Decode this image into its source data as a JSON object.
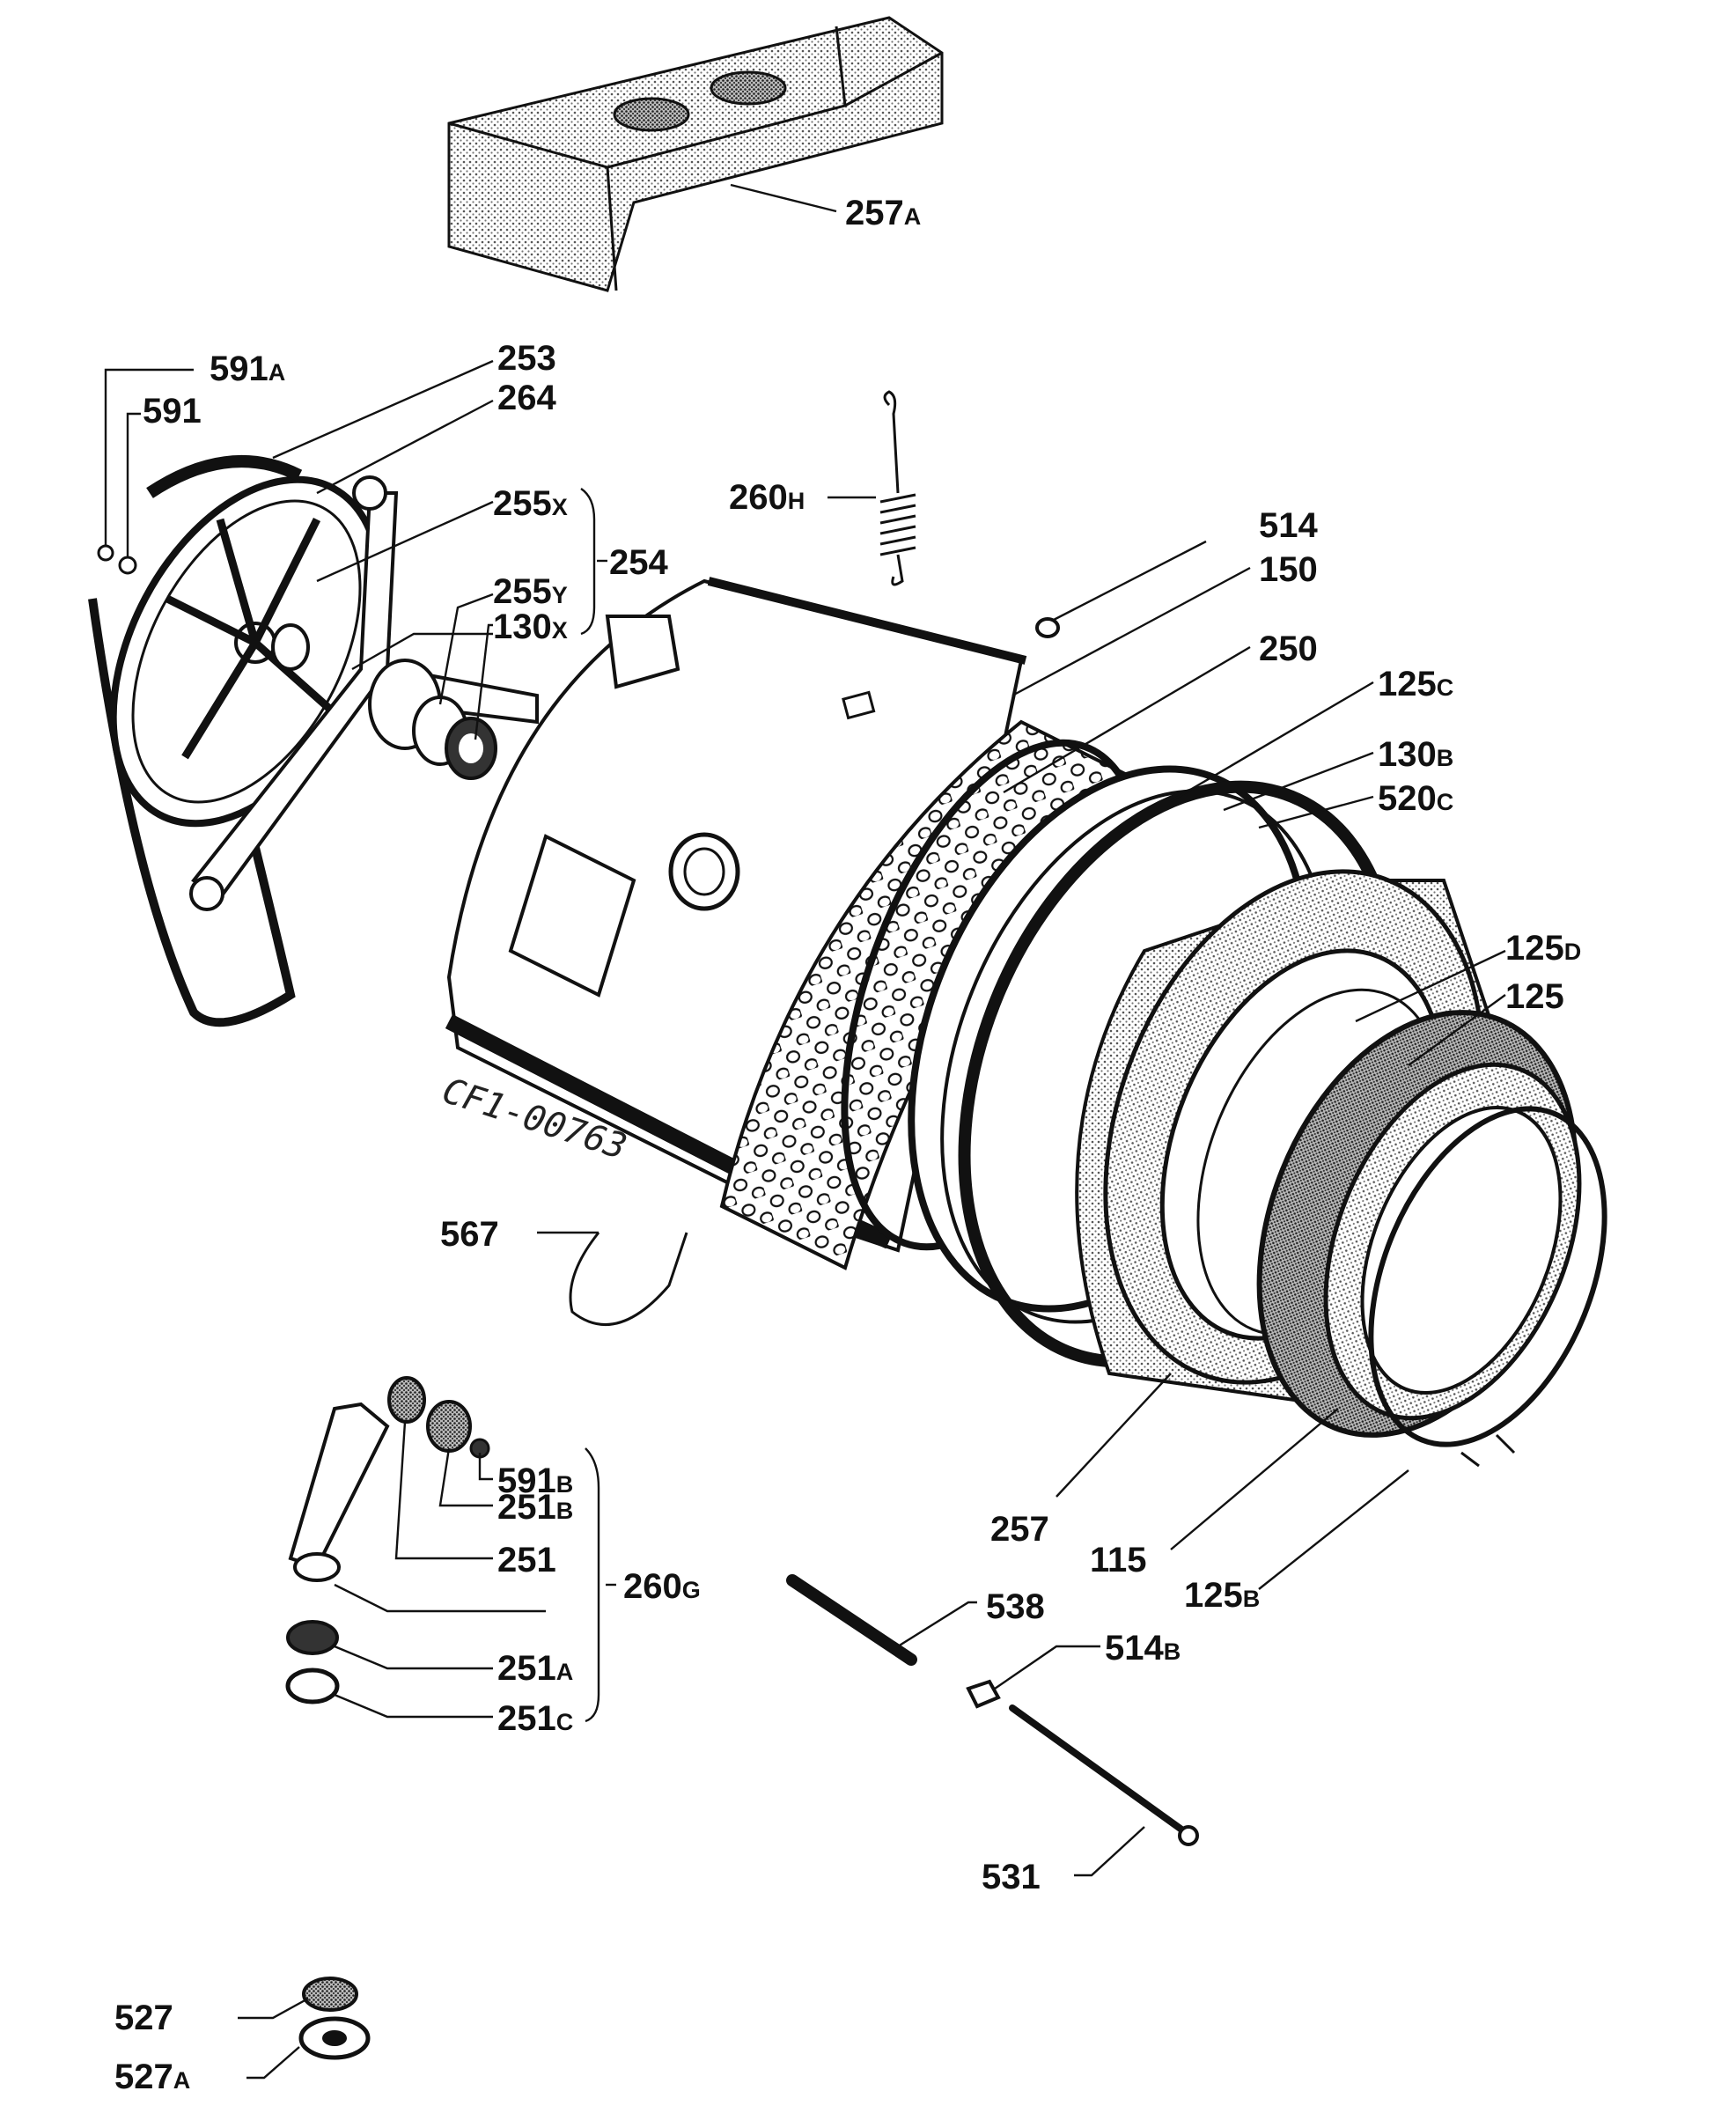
{
  "drawing_id": "CF1-00763",
  "parts": [
    {
      "id": "257a",
      "num": "257",
      "suffix": "A"
    },
    {
      "id": "591a",
      "num": "591",
      "suffix": "A"
    },
    {
      "id": "591",
      "num": "591",
      "suffix": ""
    },
    {
      "id": "253",
      "num": "253",
      "suffix": ""
    },
    {
      "id": "264",
      "num": "264",
      "suffix": ""
    },
    {
      "id": "255x",
      "num": "255",
      "suffix": "X"
    },
    {
      "id": "254",
      "num": "254",
      "suffix": ""
    },
    {
      "id": "255y",
      "num": "255",
      "suffix": "Y"
    },
    {
      "id": "130x",
      "num": "130",
      "suffix": "X"
    },
    {
      "id": "260h",
      "num": "260",
      "suffix": "H"
    },
    {
      "id": "514",
      "num": "514",
      "suffix": ""
    },
    {
      "id": "150",
      "num": "150",
      "suffix": ""
    },
    {
      "id": "250",
      "num": "250",
      "suffix": ""
    },
    {
      "id": "125c",
      "num": "125",
      "suffix": "C"
    },
    {
      "id": "130b",
      "num": "130",
      "suffix": "B"
    },
    {
      "id": "520c",
      "num": "520",
      "suffix": "C"
    },
    {
      "id": "125d",
      "num": "125",
      "suffix": "D"
    },
    {
      "id": "125",
      "num": "125",
      "suffix": ""
    },
    {
      "id": "567",
      "num": "567",
      "suffix": ""
    },
    {
      "id": "591b",
      "num": "591",
      "suffix": "B"
    },
    {
      "id": "251b",
      "num": "251",
      "suffix": "B"
    },
    {
      "id": "251",
      "num": "251",
      "suffix": ""
    },
    {
      "id": "260g",
      "num": "260",
      "suffix": "G"
    },
    {
      "id": "251a",
      "num": "251",
      "suffix": "A"
    },
    {
      "id": "251c",
      "num": "251",
      "suffix": "C"
    },
    {
      "id": "257",
      "num": "257",
      "suffix": ""
    },
    {
      "id": "115",
      "num": "115",
      "suffix": ""
    },
    {
      "id": "125b",
      "num": "125",
      "suffix": "B"
    },
    {
      "id": "538",
      "num": "538",
      "suffix": ""
    },
    {
      "id": "514b",
      "num": "514",
      "suffix": "B"
    },
    {
      "id": "531",
      "num": "531",
      "suffix": ""
    },
    {
      "id": "527",
      "num": "527",
      "suffix": ""
    },
    {
      "id": "527a",
      "num": "527",
      "suffix": "A"
    }
  ]
}
